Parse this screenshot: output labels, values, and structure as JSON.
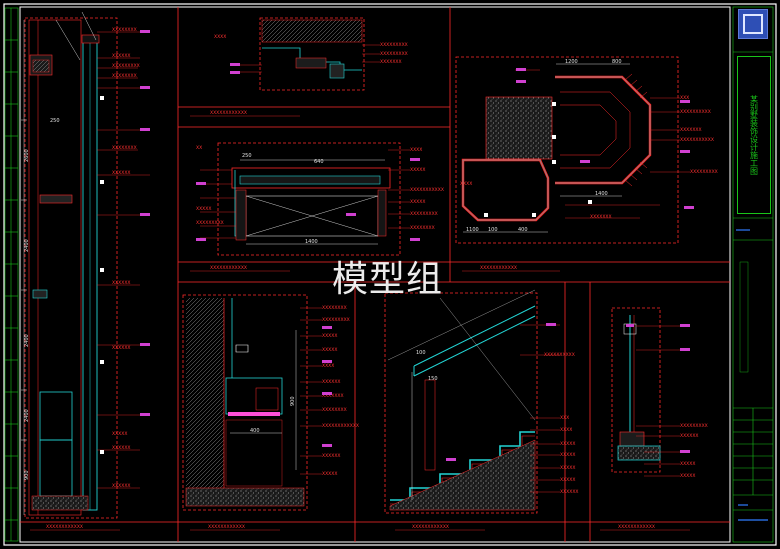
{
  "watermark": "模型组",
  "title_block": {
    "project_title": "某别墅装饰设计施工图"
  },
  "dimensions": {
    "left_elevation": [
      "250",
      "2600",
      "2400",
      "2400",
      "2400",
      "900"
    ],
    "top_center_plan": [
      "250",
      "640",
      "1400"
    ],
    "top_right_plan": [
      "1100",
      "100",
      "400",
      "1200",
      "800",
      "1400"
    ],
    "bottom_center_section": [
      "400",
      "900"
    ],
    "bottom_stair_section": [
      "100",
      "150"
    ]
  },
  "colors": {
    "background": "#000000",
    "frame": "#ffffff",
    "drawing_line": "#ff2a2a",
    "section_line": "#22d3d3",
    "highlight": "#ff4fd8",
    "title_block": "#19c519",
    "logo": "#2e4fb5"
  }
}
